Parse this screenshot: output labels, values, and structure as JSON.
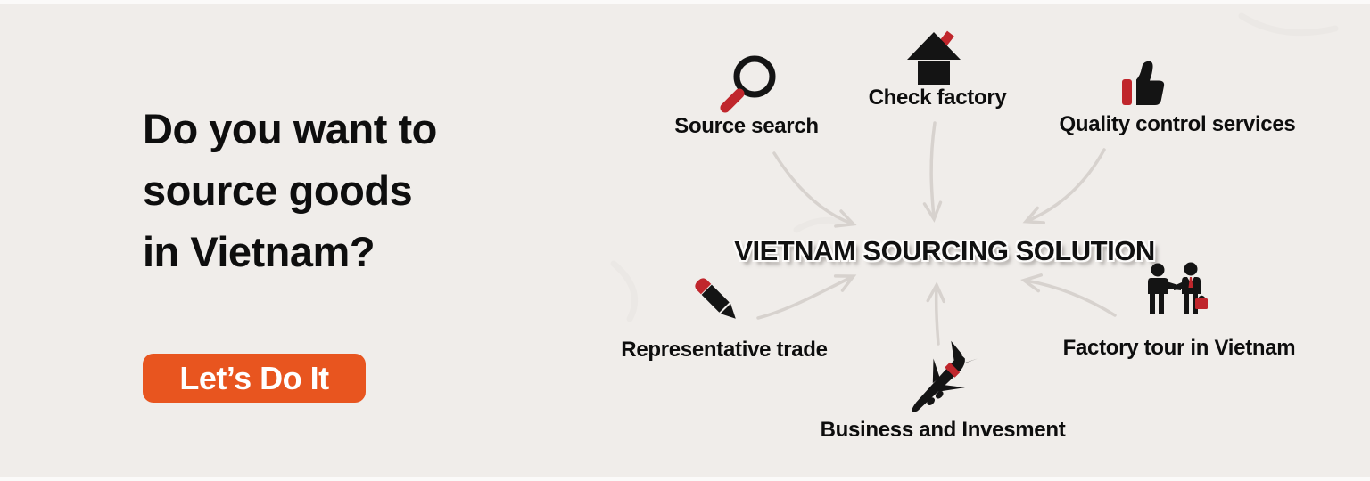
{
  "banner": {
    "background_color": "#F0EDEA",
    "heading_lines": [
      "Do you want to",
      "source goods",
      "in Vietnam?"
    ],
    "cta": {
      "label": "Let’s Do It",
      "background_color": "#E8551F",
      "text_color": "#FFFFFF"
    }
  },
  "diagram": {
    "center_title": "VIETNAM SOURCING SOLUTION",
    "icon_color": "#141414",
    "accent_red": "#C0262C",
    "arrow_color": "#D7D2CE",
    "nodes": [
      {
        "id": "source-search",
        "label": "Source search",
        "icon": "magnifier-icon"
      },
      {
        "id": "check-factory",
        "label": "Check factory",
        "icon": "house-icon"
      },
      {
        "id": "quality-control",
        "label": "Quality control services",
        "icon": "thumbs-up-icon"
      },
      {
        "id": "representative-trade",
        "label": "Representative trade",
        "icon": "pencil-icon"
      },
      {
        "id": "business-invesment",
        "label": "Business and Invesment",
        "icon": "airplane-icon"
      },
      {
        "id": "factory-tour",
        "label": "Factory tour in Vietnam",
        "icon": "handshake-icon"
      }
    ]
  }
}
